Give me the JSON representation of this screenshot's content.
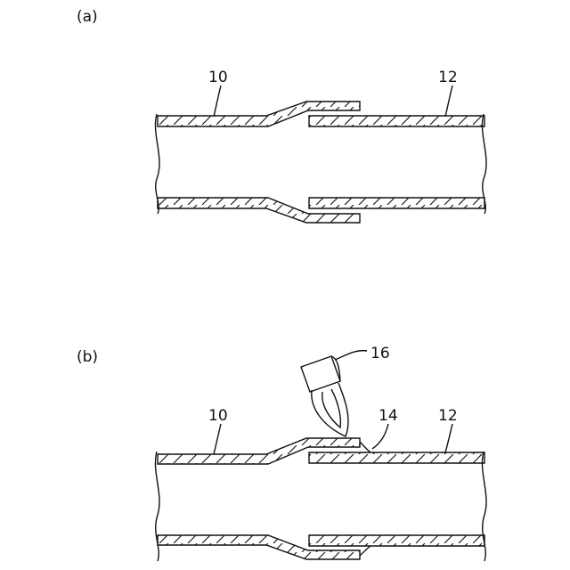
{
  "panels": [
    {
      "id": "a",
      "label": "(a)",
      "pipe_left": "10",
      "pipe_right": "12"
    },
    {
      "id": "b",
      "label": "(b)",
      "pipe_left": "10",
      "pipe_right": "12",
      "joint": "14",
      "torch": "16"
    }
  ]
}
